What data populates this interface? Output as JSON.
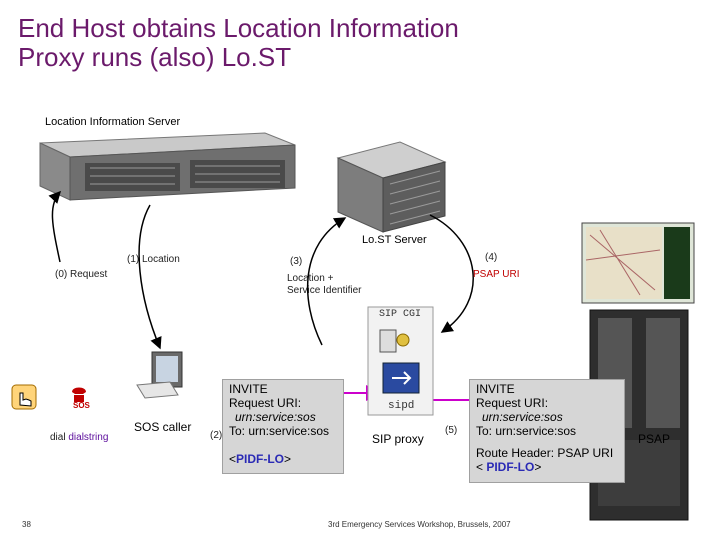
{
  "title": "End Host obtains Location Information\nProxy runs (also) Lo.ST",
  "lis_label": "Location Information Server",
  "lost_label": "Lo.ST Server",
  "steps": {
    "s1": "(1)  Location",
    "s0": "(0) Request",
    "s3": "(3)",
    "s3_desc_1": "Location +",
    "s3_desc_2": "Service Identifier",
    "s4": "(4)",
    "s4_desc": "PSAP URI",
    "s2": "(2)",
    "s5": "(5)"
  },
  "sip_cgi_label": "SIP CGI",
  "sipd_label": "sipd",
  "sip_proxy_label": "SIP proxy",
  "sos_caller_label": "SOS caller",
  "psap_label": "PSAP",
  "dial": {
    "prefix": "dial",
    "value": "dialstring"
  },
  "sos_badge": "SOS",
  "invite1": {
    "l1": "INVITE",
    "l2": "Request URI:",
    "l3": "urn:service:sos",
    "l4": "To: urn:service:sos",
    "pidf_lt": "<",
    "pidf": "PIDF-LO",
    "pidf_gt": ">"
  },
  "invite2": {
    "l1": "INVITE",
    "l2": "Request URI:",
    "l3": "urn:service:sos",
    "l4": "To: urn:service:sos",
    "route": "Route Header: PSAP URI",
    "pidf_lt": "< ",
    "pidf": "PIDF-LO",
    "pidf_gt": ">"
  },
  "footer": {
    "page": "38",
    "workshop": "3rd  Emergency Services Workshop, Brussels, 2007"
  },
  "colors": {
    "title": "#6b1a6b",
    "arrow_magenta": "#cc00cc",
    "accent_red": "#c00000",
    "pidf_blue": "#2a2ab5"
  }
}
